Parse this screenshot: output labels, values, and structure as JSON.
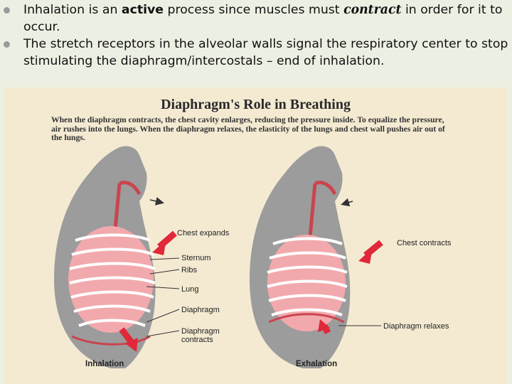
{
  "bullets": [
    {
      "before": "Inhalation is an ",
      "bold": "active",
      "middle": " process since muscles must ",
      "bold_italic": "contract",
      "after": " in order for it to occur."
    },
    {
      "text": "The stretch receptors in the alveolar walls signal the respiratory center to stop stimulating the diaphragm/intercostals – end of inhalation."
    }
  ],
  "figure": {
    "title": "Diaphragm's Role in Breathing",
    "description": "When the diaphragm contracts, the chest cavity enlarges, reducing the pressure inside. To equalize the pressure, air rushes into the lungs. When the diaphragm relaxes, the elasticity of the lungs and chest wall pushes air out of the lungs.",
    "left_labels": {
      "chest": "Chest expands",
      "sternum": "Sternum",
      "ribs": "Ribs",
      "lung": "Lung",
      "diaphragm": "Diaphragm",
      "diaphragm_contracts": "Diaphragm contracts"
    },
    "right_labels": {
      "chest": "Chest contracts",
      "diaphragm": "Diaphragm relaxes"
    },
    "captions": {
      "left": "Inhalation",
      "right": "Exhalation"
    },
    "colors": {
      "body": "#9c9c9c",
      "lungs": "#f2a9ad",
      "ribs": "#ffffff",
      "arrow": "#e0283a",
      "airway": "#c9454f"
    }
  }
}
